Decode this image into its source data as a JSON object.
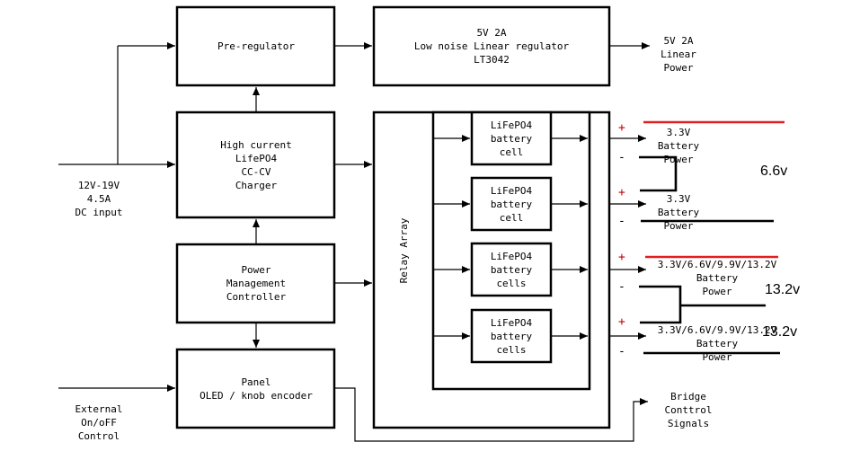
{
  "diagram": {
    "input_label": [
      "12V-19V",
      "4.5A",
      "DC input"
    ],
    "external_label": [
      "External",
      "On/oFF",
      "Control"
    ],
    "pre_regulator": "Pre-regulator",
    "linear_regulator": [
      "5V 2A",
      "Low noise Linear regulator",
      "LT3042"
    ],
    "linear_output": [
      "5V 2A",
      "Linear",
      "Power"
    ],
    "charger": [
      "High current",
      "LifePO4",
      "CC-CV",
      "Charger"
    ],
    "pmc": [
      "Power",
      "Management",
      "Controller"
    ],
    "panel": [
      "Panel",
      "OLED / knob encoder"
    ],
    "relay_array": "Relay Array",
    "cells": [
      [
        "LiFePO4",
        "battery",
        "cell"
      ],
      [
        "LiFePO4",
        "battery",
        "cell"
      ],
      [
        "LiFePO4",
        "battery",
        "cells"
      ],
      [
        "LiFePO4",
        "battery",
        "cells"
      ]
    ],
    "outputs": [
      [
        "3.3V",
        "Battery",
        "Power"
      ],
      [
        "3.3V",
        "Battery",
        "Power"
      ],
      [
        "3.3V/6.6V/9.9V/13.2V",
        "Battery",
        "Power"
      ],
      [
        "3.3V/6.6V/9.9V/13.2V",
        "Battery",
        "Power"
      ]
    ],
    "bridge_output": [
      "Bridge",
      "Conttrol",
      "Signals"
    ],
    "plus_sign": "+",
    "minus_sign": "-",
    "annotations": {
      "v_6_6": "6.6v",
      "v_13_2_a": "13.2v",
      "v_13_2_b": "13.2v"
    }
  },
  "colors": {
    "positive_rail": "#e02020",
    "stroke": "#000000"
  }
}
